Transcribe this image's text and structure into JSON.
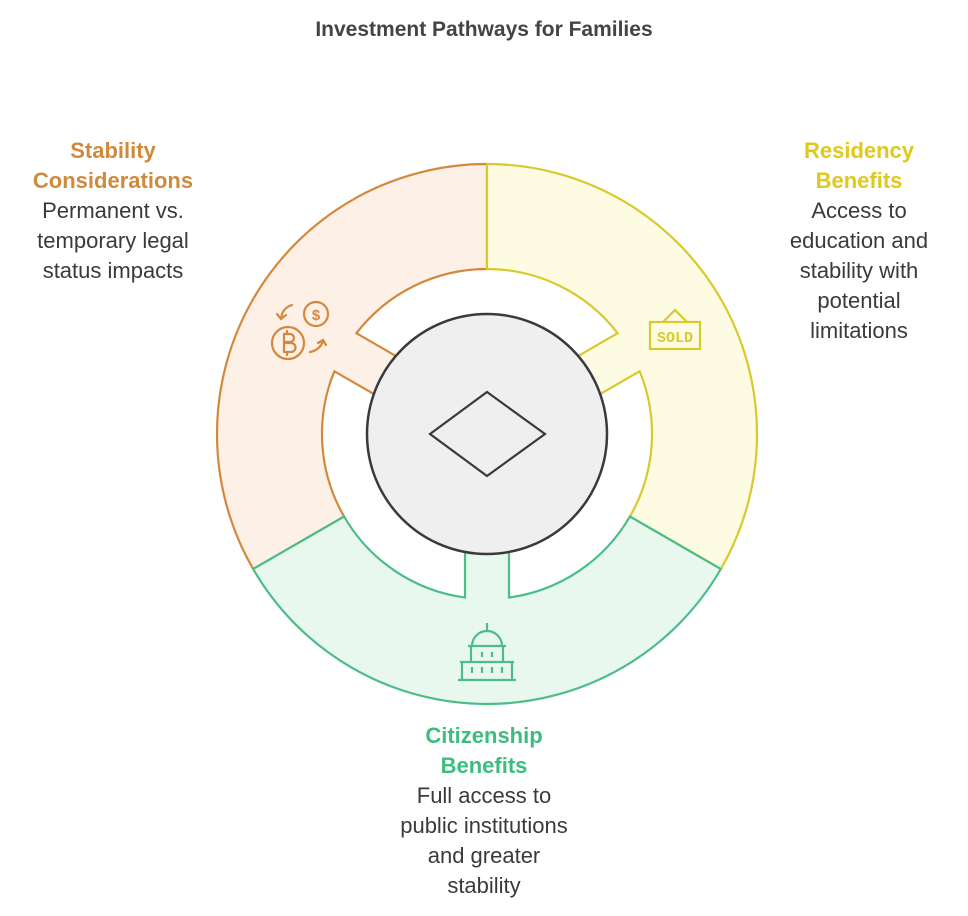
{
  "title": "Investment Pathways for Families",
  "segments": [
    {
      "key": "stability",
      "heading_1": "Stability",
      "heading_2": "Considerations",
      "lines": [
        "Permanent vs.",
        "temporary legal",
        "status impacts"
      ],
      "icon": "currency-exchange-icon",
      "stroke": "#d4883e",
      "fill": "#fdf0e6",
      "text_color": "#d08a3c"
    },
    {
      "key": "residency",
      "heading_1": "Residency",
      "heading_2": "Benefits",
      "lines": [
        "Access to",
        "education and",
        "stability with",
        "potential",
        "limitations"
      ],
      "icon": "sold-sign-icon",
      "icon_text": "SOLD",
      "stroke": "#d8c92c",
      "fill": "#fefbe3",
      "text_color": "#e0c81c"
    },
    {
      "key": "citizenship",
      "heading_1": "Citizenship",
      "heading_2": "Benefits",
      "lines": [
        "Full access to",
        "public institutions",
        "and greater",
        "stability"
      ],
      "icon": "capitol-building-icon",
      "stroke": "#4cbd86",
      "fill": "#e8f8ef",
      "text_color": "#3dbd7d"
    }
  ],
  "center": {
    "icon": "diamond-icon",
    "fill": "#efefef",
    "stroke": "#3a3a3a"
  }
}
